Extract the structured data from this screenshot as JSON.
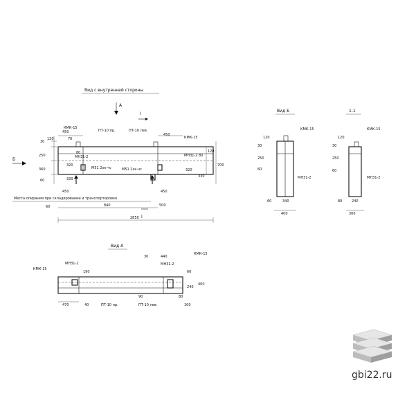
{
  "views": {
    "inner_side_title": "Вид с внутренней стороны",
    "view_b_title": "Вид Б",
    "section_title": "1-1",
    "view_a_title": "Вид А"
  },
  "markers": {
    "a": "А",
    "b": "Б",
    "one": "I"
  },
  "labels": {
    "kmk15": "КМК-15",
    "mn31": "МН31-2",
    "pt_right": "ПТ-10 пр.",
    "pt_left": "ПТ-10 лев.",
    "m51_top": "М51 2хк-чс",
    "m51_mid": "М51 2хк-чс",
    "support_note": "Места опирания при складировании и транспортировке"
  },
  "dims": {
    "d450": "450",
    "d70": "70",
    "d120": "120",
    "d30": "30",
    "d250": "250",
    "d360": "360",
    "d60": "60",
    "d80": "80",
    "d320": "320",
    "d700": "700",
    "d330": "330",
    "d840": "840",
    "d500": "500",
    "d2850": "2850",
    "d340": "340",
    "d400": "400",
    "d240": "240",
    "d300": "300",
    "d190": "190",
    "d440": "440",
    "d90": "90",
    "d100": "100",
    "d470": "470",
    "d40": "40"
  },
  "brand": {
    "site": "gbi22.ru"
  }
}
